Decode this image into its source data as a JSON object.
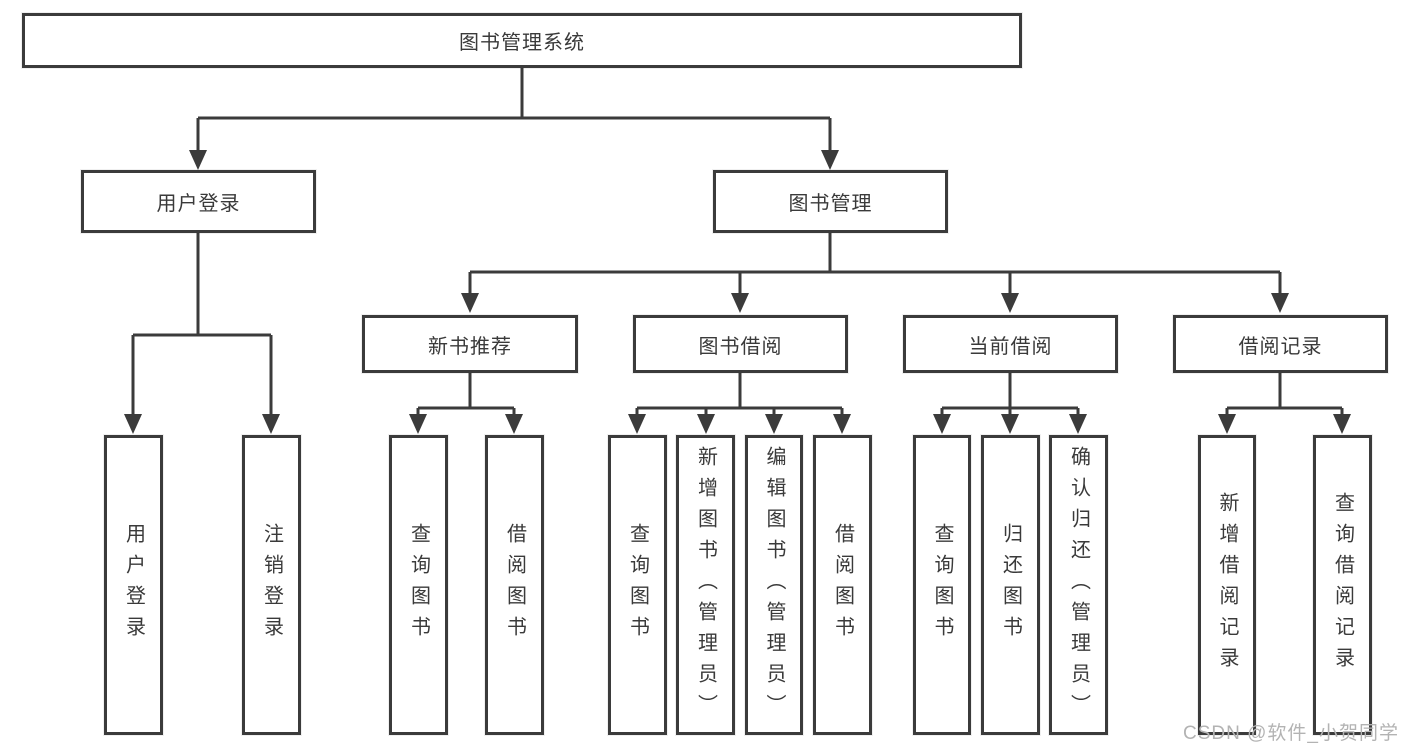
{
  "tree": {
    "label": "图书管理系统",
    "children": [
      {
        "label": "用户登录",
        "children": [
          {
            "label": "用户登录"
          },
          {
            "label": "注销登录"
          }
        ]
      },
      {
        "label": "图书管理",
        "children": [
          {
            "label": "新书推荐",
            "children": [
              {
                "label": "查询图书"
              },
              {
                "label": "借阅图书"
              }
            ]
          },
          {
            "label": "图书借阅",
            "children": [
              {
                "label": "查询图书"
              },
              {
                "label": "新增图书（管理员）"
              },
              {
                "label": "编辑图书（管理员）"
              },
              {
                "label": "借阅图书"
              }
            ]
          },
          {
            "label": "当前借阅",
            "children": [
              {
                "label": "查询图书"
              },
              {
                "label": "归还图书"
              },
              {
                "label": "确认归还（管理员）"
              }
            ]
          },
          {
            "label": "借阅记录",
            "children": [
              {
                "label": "新增借阅记录"
              },
              {
                "label": "查询借阅记录"
              }
            ]
          }
        ]
      }
    ]
  },
  "watermark": {
    "text": "CSDN @软件_小贺同学"
  },
  "colors": {
    "line": "#3b3b3b",
    "text": "#3a3a3a",
    "box_background": "#ffffff",
    "page_background": "#ffffff",
    "watermark": "#b3b3b3"
  }
}
